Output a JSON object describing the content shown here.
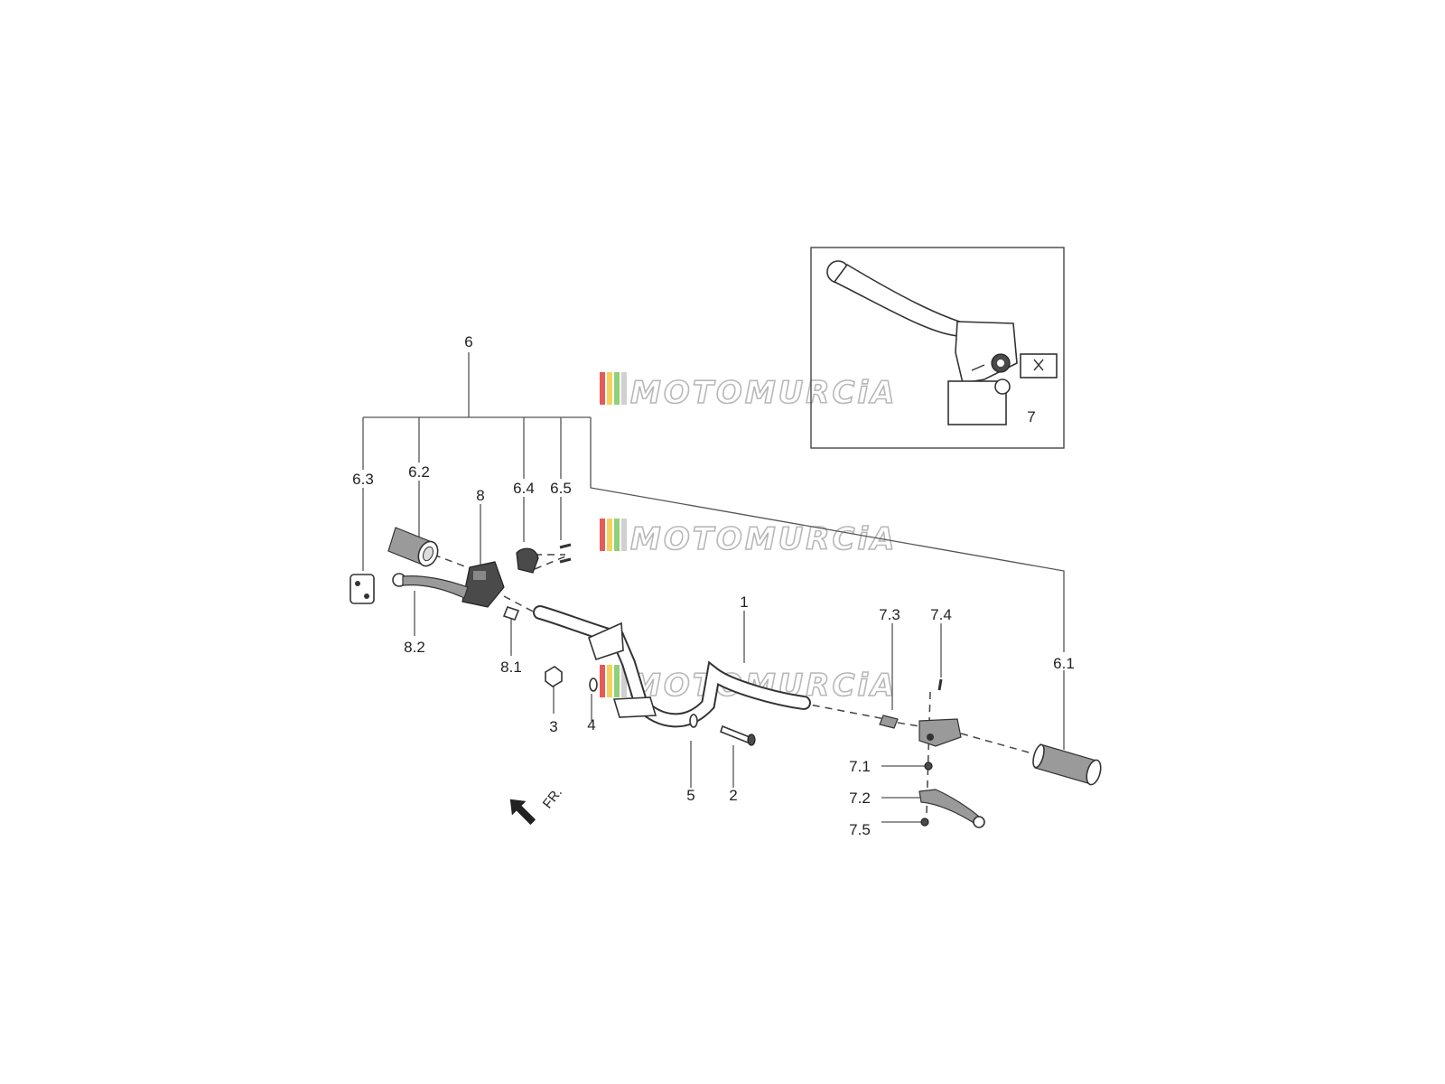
{
  "watermark": {
    "text": "MOTOMURCiA",
    "stripe_colors": [
      "#e85a5a",
      "#f3d35c",
      "#8fd07a",
      "#d0d0d0"
    ]
  },
  "callouts": {
    "c1": "1",
    "c2": "2",
    "c3": "3",
    "c4": "4",
    "c5": "5",
    "c6": "6",
    "c6_1": "6.1",
    "c6_2": "6.2",
    "c6_3": "6.3",
    "c6_4": "6.4",
    "c6_5": "6.5",
    "c7": "7",
    "c7_1": "7.1",
    "c7_2": "7.2",
    "c7_3": "7.3",
    "c7_4": "7.4",
    "c7_5": "7.5",
    "c8": "8",
    "c8_1": "8.1",
    "c8_2": "8.2"
  },
  "direction_label": "FR.",
  "icons": {
    "front_direction": "arrow-down-left-icon"
  }
}
